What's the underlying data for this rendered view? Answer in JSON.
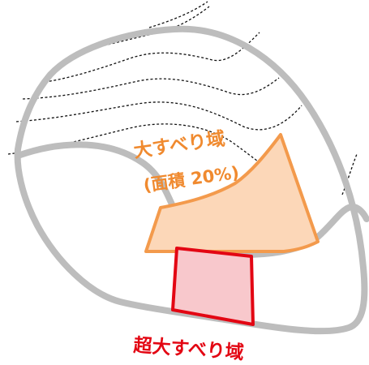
{
  "labels": {
    "large_slip_title": "大すべり域",
    "large_slip_area": "(面積 20%)",
    "super_large_slip_title": "超大すべり域"
  },
  "colors": {
    "outline_gray": "#bdbdbd",
    "contour_black": "#111111",
    "large_slip_fill": "#fcd7b8",
    "large_slip_stroke": "#f39a4c",
    "large_slip_text": "#f08a2f",
    "super_slip_fill": "#f8c8cc",
    "super_slip_stroke": "#e30613",
    "super_slip_text": "#e30613"
  }
}
